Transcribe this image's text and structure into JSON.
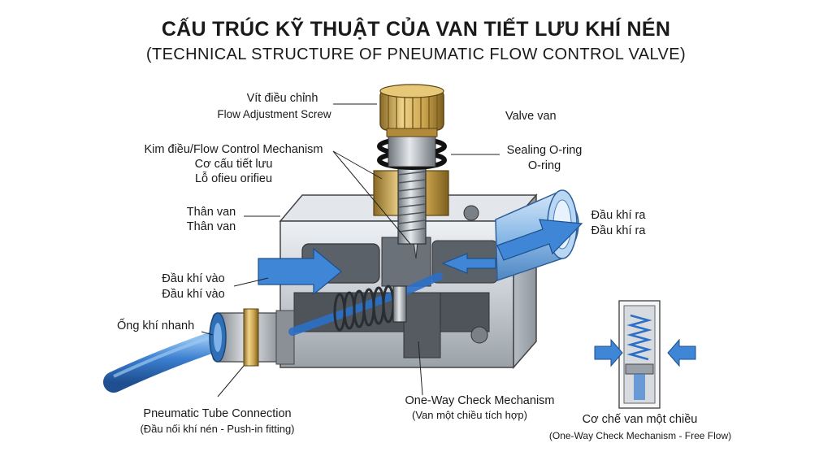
{
  "title": "CẤU TRÚC KỸ THUẬT CỦA VAN TIẾT LƯU KHÍ NÉN",
  "subtitle": "(TECHNICAL STRUCTURE OF PNEUMATIC FLOW CONTROL VALVE)",
  "labels": {
    "screw_vi": "Vít điều chỉnh",
    "screw_en": "Flow Adjustment Screw",
    "valve": "Valve van",
    "needle_1": "Kim điều/Flow Control Mechanism",
    "needle_2": "Cơ cấu tiết lưu",
    "needle_3": "Lỗ ofieu orifieu",
    "oring_1": "Sealing O-ring",
    "oring_2": "O-ring",
    "body_1": "Thân van",
    "body_2": "Thân van",
    "outlet_1": "Đầu khí ra",
    "outlet_2": "Đầu khí ra",
    "inlet_1": "Đầu khí vào",
    "inlet_2": "Đầu khí vào",
    "tube": "Ống khí nhanh",
    "tube_conn_1": "Pneumatic Tube Connection",
    "tube_conn_2": "(Đầu nối khí nén - Push-in fitting)",
    "check_1": "One-Way Check Mechanism",
    "check_2": "(Van một chiều tích hợp)",
    "inset_1": "Cơ chế van một chiều",
    "inset_2": "(One-Way Check Mechanism - Free Flow)"
  },
  "colors": {
    "body_metal": "#c9ced4",
    "brass": "#c8a24c",
    "tube_blue": "#3b7fd0",
    "arrow_blue": "#3f86d6",
    "text": "#1a1a1a"
  }
}
